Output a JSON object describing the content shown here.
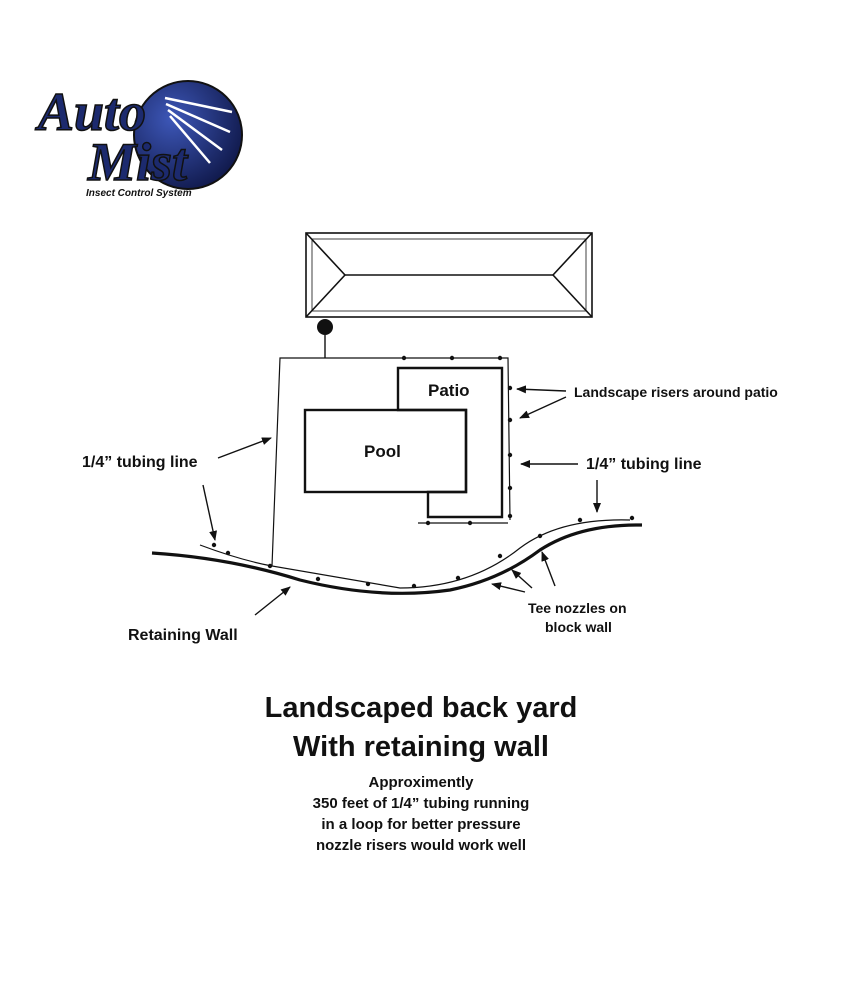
{
  "logo": {
    "line1": "Auto",
    "line2": "Mist",
    "tagline": "Insect Control System",
    "colors": {
      "primary": "#1c2a6e",
      "highlight": "#3d57b8",
      "outline": "#111111"
    }
  },
  "labels": {
    "patio": "Patio",
    "pool": "Pool",
    "risers": "Landscape risers around patio",
    "tubing_left": "1/4” tubing line",
    "tubing_right": "1/4” tubing line",
    "tee_line1": "Tee nozzles on",
    "tee_line2": "block wall",
    "wall": "Retaining Wall"
  },
  "caption": {
    "title_line1": "Landscaped back yard",
    "title_line2": "With retaining wall",
    "notes": [
      "Approximently",
      "350 feet of 1/4” tubing running",
      "in a loop for better pressure",
      "nozzle risers would work well"
    ]
  }
}
